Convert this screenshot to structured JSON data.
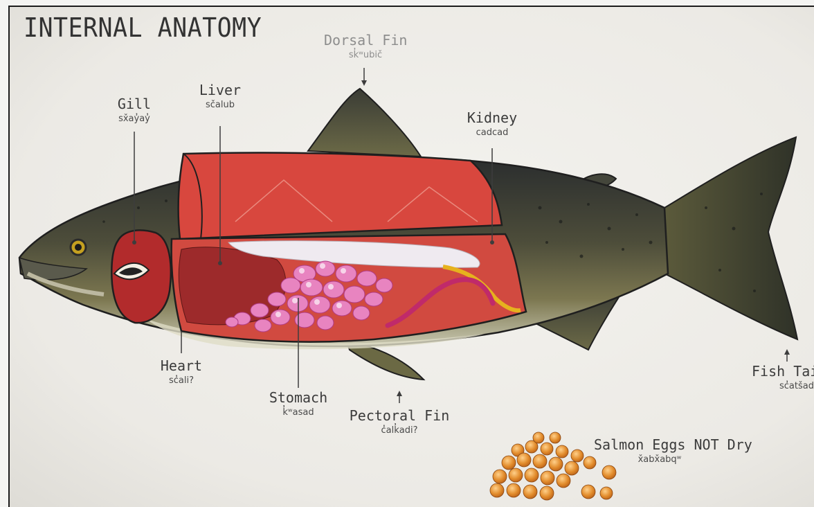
{
  "title": "INTERNAL ANATOMY",
  "labels": {
    "dorsal_fin": {
      "en": "Dorsal Fin",
      "native": "sk̓ʷubič"
    },
    "gill": {
      "en": "Gill",
      "native": "sx̌ay̓ay̓"
    },
    "liver": {
      "en": "Liver",
      "native": "sčalub"
    },
    "kidney": {
      "en": "Kidney",
      "native": "cadcad"
    },
    "heart": {
      "en": "Heart",
      "native": "sc̓ali?"
    },
    "stomach": {
      "en": "Stomach",
      "native": "k̓ʷasad"
    },
    "pectoral_fin": {
      "en": "Pectoral Fin",
      "native": "c̓alk̓adi?"
    },
    "fish_tail": {
      "en": "Fish Tail",
      "native": "sc̓atšad"
    },
    "salmon_eggs": {
      "en": "Salmon Eggs NOT Dry",
      "native": "x̌abx̌abqʷ"
    }
  },
  "colors": {
    "flesh": "#d8473e",
    "flesh_dark": "#a52b2a",
    "back": "#2e3130",
    "body": "#6e6a45",
    "roe": "#e86fb0",
    "egg": "#e08a2a"
  }
}
